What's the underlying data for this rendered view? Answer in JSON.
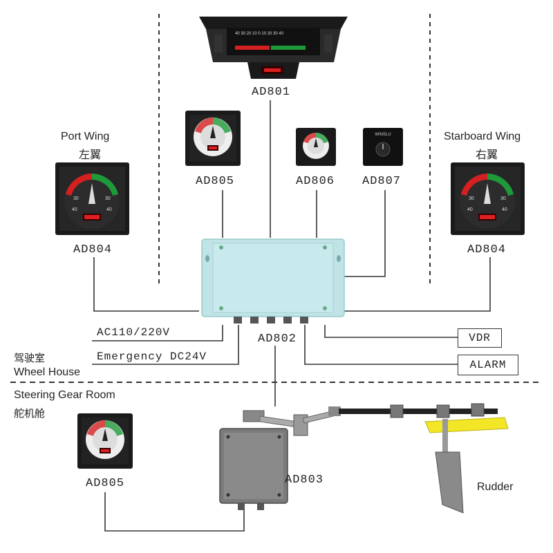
{
  "title_wheelhouse_en": "Wheel House",
  "title_wheelhouse_cn": "驾驶室",
  "title_gear_en": "Steering Gear Room",
  "title_gear_cn": "舵机舱",
  "port_wing_en": "Port Wing",
  "port_wing_cn": "左翼",
  "starboard_wing_en": "Starboard Wing",
  "starboard_wing_cn": "右翼",
  "devices": {
    "ad801": "AD801",
    "ad802": "AD802",
    "ad803": "AD803",
    "ad804_port": "AD804",
    "ad804_stbd": "AD804",
    "ad805_top": "AD805",
    "ad805_bottom": "AD805",
    "ad806": "AD806",
    "ad807": "AD807"
  },
  "power": {
    "ac": "AC110/220V",
    "dc": "Emergency DC24V"
  },
  "outputs": {
    "vdr": "VDR",
    "alarm": "ALARM"
  },
  "rudder": "Rudder",
  "knob_brand": "WINSLU",
  "colors": {
    "junction_box": "#bfe3e6",
    "gauge_red": "#d42020",
    "gauge_green": "#1f9a3a",
    "panel_black": "#1a1a1a",
    "rudder_yellow": "#f2e627"
  }
}
